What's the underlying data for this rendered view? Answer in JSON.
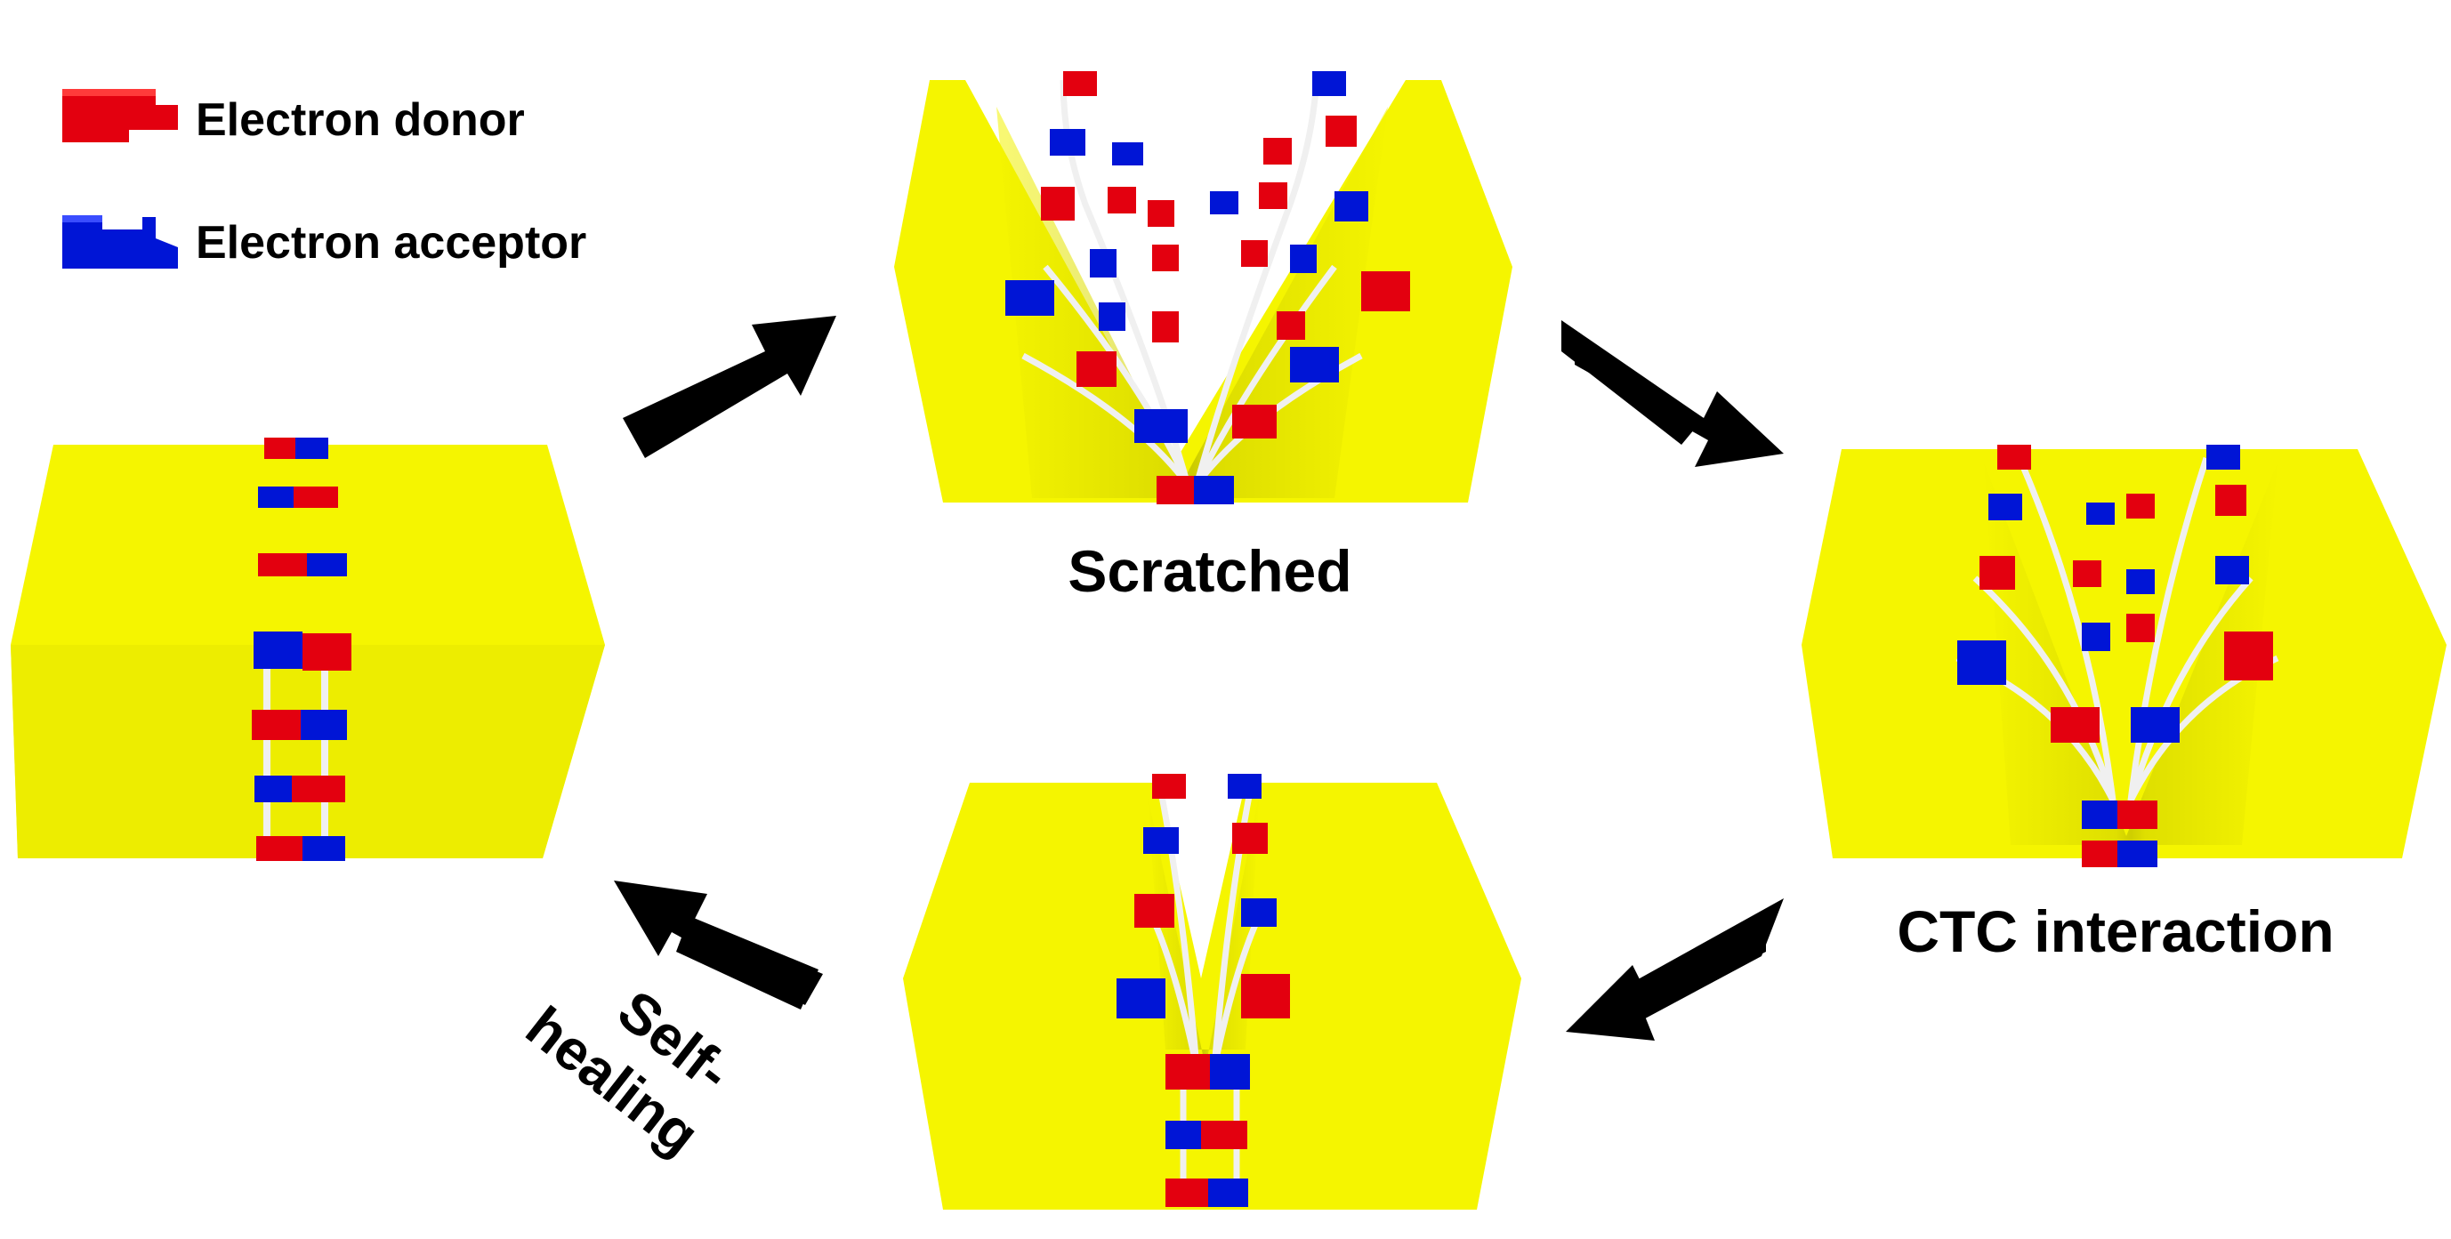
{
  "legend": {
    "donor_label": "Electron donor",
    "acceptor_label": "Electron acceptor"
  },
  "stages": {
    "scratched": "Scratched",
    "ctc": "CTC interaction",
    "self_healing_line1": "Self-",
    "self_healing_line2": "healing"
  },
  "colors": {
    "block_face": "#f5f500",
    "block_side": "#e8e800",
    "donor": "#e3000f",
    "acceptor": "#0015d6",
    "arrow": "#000000",
    "linker": "#f0f0f0"
  }
}
